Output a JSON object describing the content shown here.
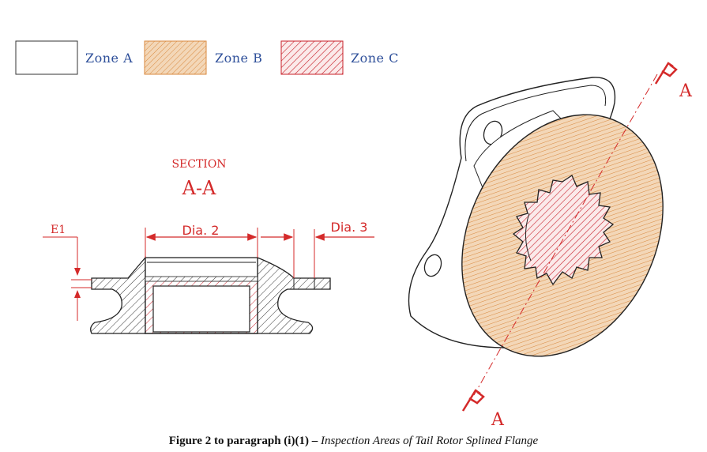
{
  "legend": {
    "zone_a": {
      "label": "Zone A",
      "fill": "#ffffff"
    },
    "zone_b": {
      "label": "Zone B",
      "fill": "#f3d7b8",
      "hatch": "#d9893f"
    },
    "zone_c": {
      "label": "Zone C",
      "fill": "#f6dada",
      "hatch": "#c8202a"
    }
  },
  "section": {
    "title": "SECTION",
    "name": "A-A"
  },
  "dimensions": {
    "e1": "E1",
    "dia2": "Dia. 2",
    "dia3": "Dia. 3"
  },
  "cut_markers": {
    "top": "A",
    "bottom": "A"
  },
  "caption": {
    "prefix": "Figure 2 to paragraph (i)(1) – ",
    "title": "Inspection Areas of Tail Rotor Splined Flange"
  },
  "colors": {
    "dimension_red": "#d42a2a",
    "legend_text": "#2e4f9a",
    "outline": "#222222"
  }
}
